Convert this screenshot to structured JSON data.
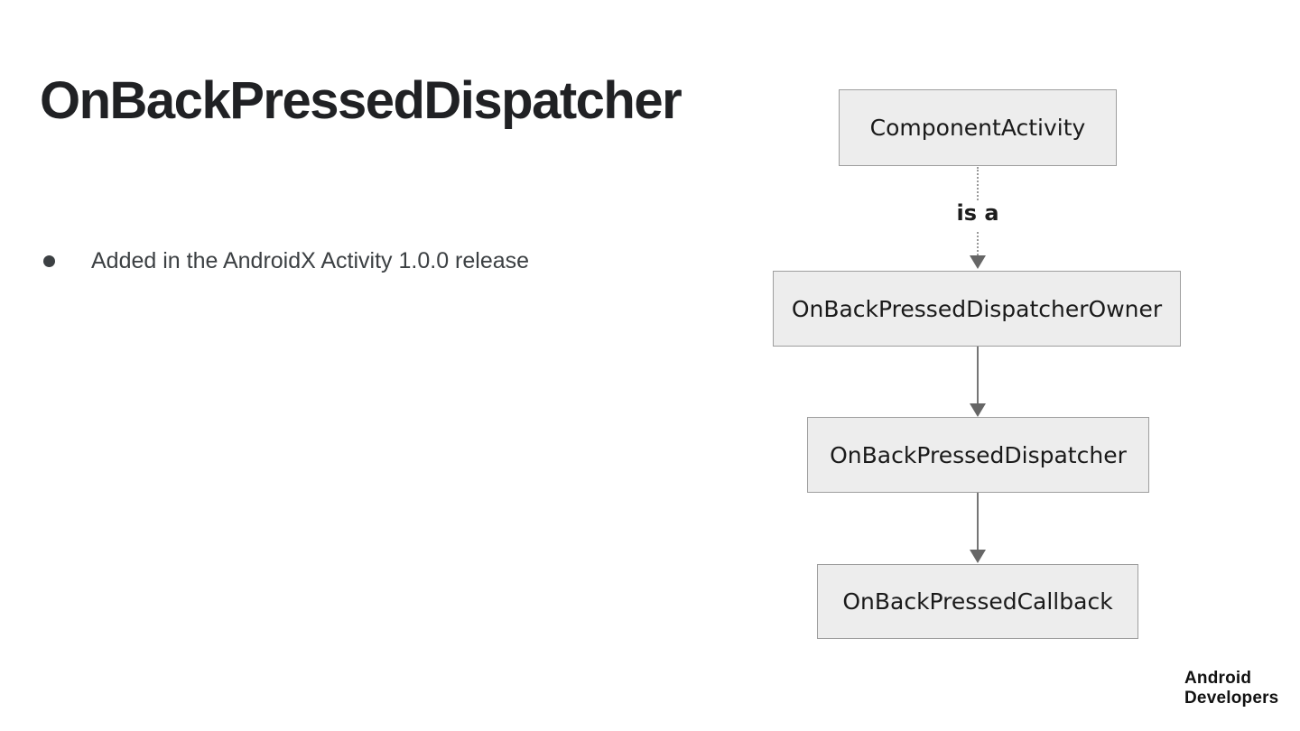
{
  "slide": {
    "title": "OnBackPressedDispatcher",
    "bullets": [
      "Added in the AndroidX Activity 1.0.0 release"
    ],
    "logo": {
      "line1": "Android",
      "line2": "Developers"
    }
  },
  "diagram": {
    "type": "class-hierarchy",
    "nodes": [
      {
        "id": "component-activity",
        "label": "ComponentActivity"
      },
      {
        "id": "onbackpresseddispatcherowner",
        "label": "OnBackPressedDispatcherOwner"
      },
      {
        "id": "onbackpresseddispatcher",
        "label": "OnBackPressedDispatcher"
      },
      {
        "id": "onbackpressedcallback",
        "label": "OnBackPressedCallback"
      }
    ],
    "edges": [
      {
        "from": "ComponentActivity",
        "to": "OnBackPressedDispatcherOwner",
        "label": "is a",
        "style": "dotted-arrow"
      },
      {
        "from": "OnBackPressedDispatcherOwner",
        "to": "OnBackPressedDispatcher",
        "label": "",
        "style": "solid-arrow"
      },
      {
        "from": "OnBackPressedDispatcher",
        "to": "OnBackPressedCallback",
        "label": "",
        "style": "solid-arrow"
      }
    ],
    "colors": {
      "node_fill": "#ededed",
      "node_border": "#9e9e9e",
      "arrow": "#666666",
      "node_text": "#1a1a1a"
    }
  }
}
